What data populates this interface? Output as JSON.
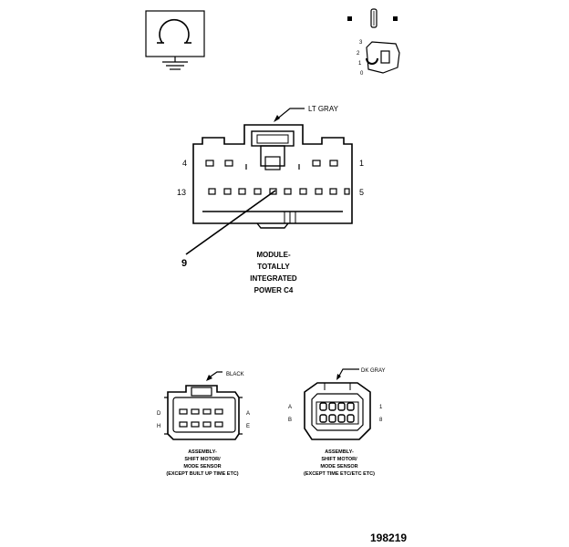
{
  "top_connector": {
    "tag_label": "LT GRAY",
    "pin_left_top": "4",
    "pin_right_top": "1",
    "pin_left_bottom": "13",
    "pin_right_bottom": "5",
    "callout_number": "9",
    "caption_lines": [
      "MODULE-",
      "TOTALLY",
      "INTEGRATED",
      "POWER C4"
    ]
  },
  "key_sketch": {
    "numbers": [
      "3",
      "2",
      "1",
      "0"
    ]
  },
  "black_connector": {
    "tag_label": "BLACK",
    "row_labels_left": [
      "D",
      "H"
    ],
    "row_labels_right": [
      "A",
      "E"
    ],
    "caption_lines": [
      "ASSEMBLY-",
      "SHIFT MOTOR/",
      "MODE SENSOR",
      "(EXCEPT BUILT UP TIME ETC)"
    ]
  },
  "dkgray_connector": {
    "tag_label": "DK GRAY",
    "row_labels_left": [
      "A",
      "B"
    ],
    "row_labels_right": [
      "1",
      "8"
    ],
    "caption_lines": [
      "ASSEMBLY-",
      "SHIFT MOTOR/",
      "MODE SENSOR",
      "(EXCEPT TIME ETC/ETC ETC)"
    ]
  },
  "figure_number": "198219",
  "colors": {
    "line": "#000000",
    "background": "#ffffff"
  }
}
